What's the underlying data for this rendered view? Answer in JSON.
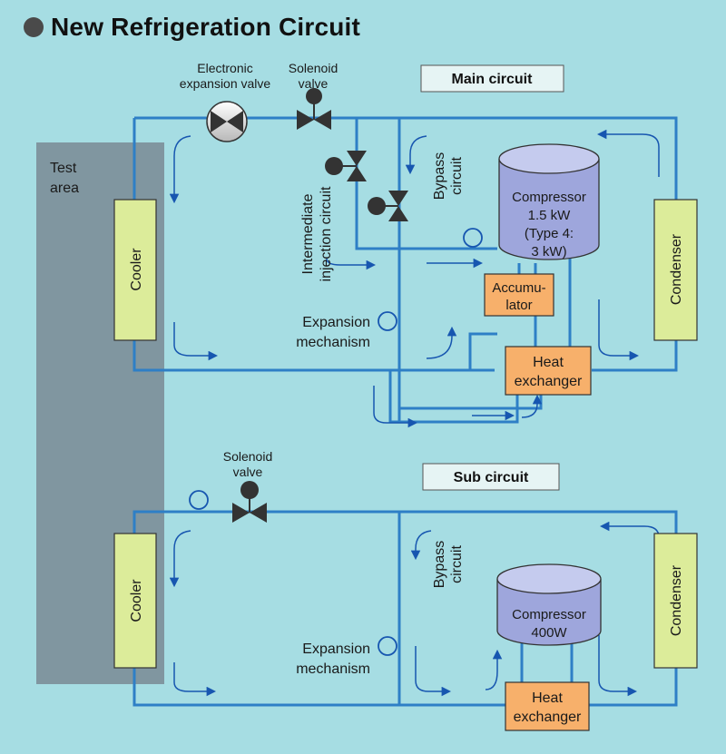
{
  "title": "New Refrigeration Circuit",
  "test_area": [
    "Test",
    "area"
  ],
  "main_circuit": {
    "label": "Main circuit",
    "electronic_expansion_valve": [
      "Electronic",
      "expansion valve"
    ],
    "solenoid_valve": [
      "Solenoid",
      "valve"
    ],
    "intermediate_injection_circuit": [
      "Intermediate",
      "injection circuit"
    ],
    "bypass_circuit": [
      "Bypass",
      "circuit"
    ],
    "compressor": [
      "Compressor",
      "1.5 kW",
      "(Type 4:",
      "3 kW)"
    ],
    "accumulator": [
      "Accumu-",
      "lator"
    ],
    "expansion_mechanism": [
      "Expansion",
      "mechanism"
    ],
    "heat_exchanger": [
      "Heat",
      "exchanger"
    ],
    "cooler": "Cooler",
    "condenser": "Condenser"
  },
  "sub_circuit": {
    "label": "Sub circuit",
    "solenoid_valve": [
      "Solenoid",
      "valve"
    ],
    "bypass_circuit": [
      "Bypass",
      "circuit"
    ],
    "compressor": [
      "Compressor",
      "400W"
    ],
    "expansion_mechanism": [
      "Expansion",
      "mechanism"
    ],
    "heat_exchanger": [
      "Heat",
      "exchanger"
    ],
    "cooler": "Cooler",
    "condenser": "Condenser"
  },
  "colors": {
    "background": "#a6dde3",
    "pipe": "#2e7fc6",
    "arrow": "#1756b0",
    "test_area": "#8096a0",
    "cooler_fill": "#dcec9a",
    "orange_fill": "#f7b06b",
    "compressor_fill": "#9ea6dc",
    "label_box": "#e6f4f4"
  }
}
